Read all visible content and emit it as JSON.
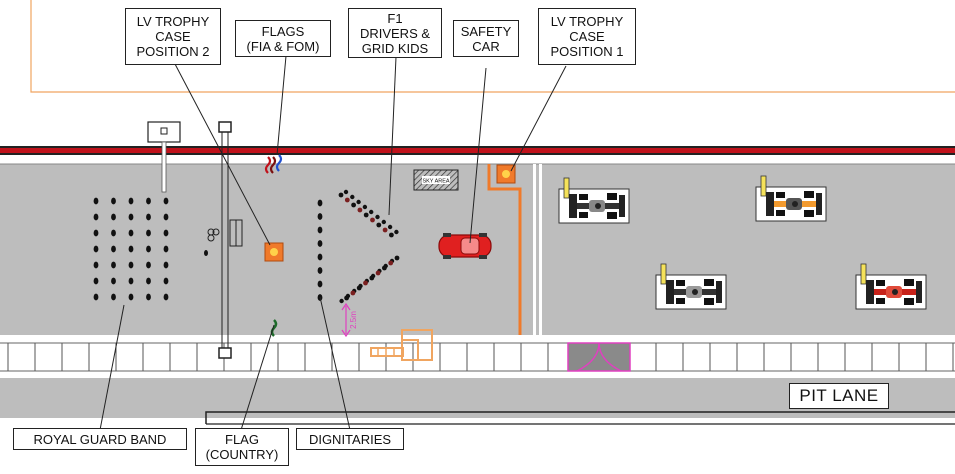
{
  "labels": {
    "lv_trophy_case_2": "LV TROPHY\nCASE\nPOSITION 2",
    "flags_fia_fom": "FLAGS\n(FIA & FOM)",
    "f1_drivers_grid_kids": "F1\nDRIVERS &\nGRID KIDS",
    "safety_car": "SAFETY\nCAR",
    "lv_trophy_case_1": "LV TROPHY\nCASE\nPOSITION 1",
    "royal_guard_band": "ROYAL GUARD BAND",
    "flag_country": "FLAG\n(COUNTRY)",
    "dignitaries": "DIGNITARIES",
    "pit_lane": "PIT LANE",
    "sky_area": "SKY AREA",
    "distance_marker": "2.5m"
  },
  "colors": {
    "track": "#bdbdbd",
    "orange_outline": "#f0a560",
    "trophy_case": "#f07a2a",
    "safety_car": "#e02020",
    "magenta": "#e040c0",
    "red_line": "#c0121b"
  }
}
